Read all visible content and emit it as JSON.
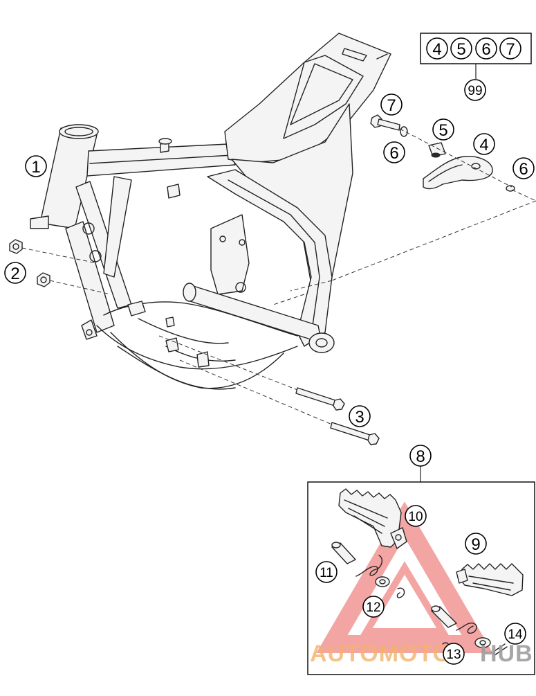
{
  "callouts": {
    "c1": "1",
    "c2": "2",
    "c3": "3",
    "c4": "4",
    "c5": "5",
    "c6": "6",
    "c7": "7",
    "c8": "8",
    "c9": "9",
    "c10": "10",
    "c11": "11",
    "c12": "12",
    "c13": "13",
    "c14": "14",
    "c4b": "4",
    "c6b": "6",
    "c7b": "7"
  },
  "kit_box": {
    "items": [
      "4",
      "5",
      "6",
      "7"
    ],
    "kit_number": "99"
  },
  "watermark": {
    "text_a": "AUTOMOTO",
    "text_b": "HUB",
    "color_a": "#f5b26b",
    "color_b": "#9e9e9e",
    "logo_color": "#e53935"
  }
}
